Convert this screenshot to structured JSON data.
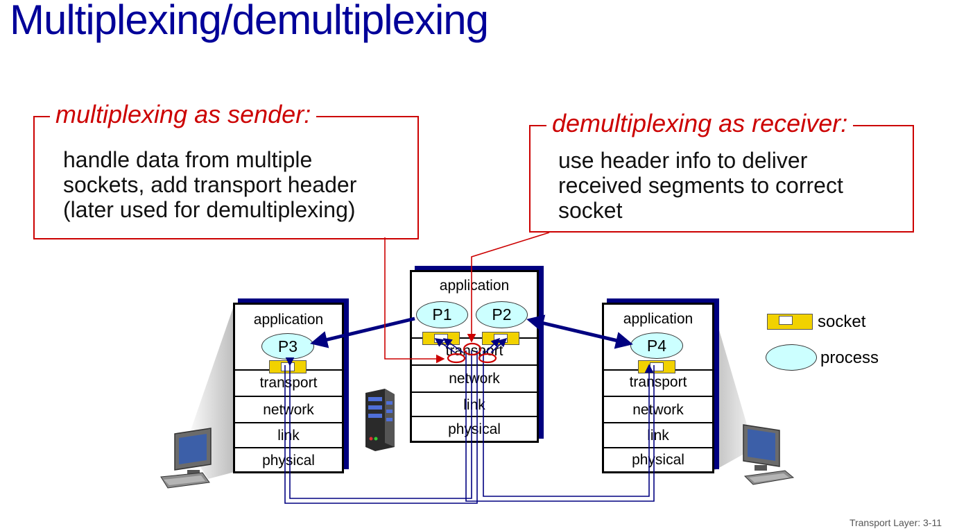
{
  "slide": {
    "title": "Multiplexing/demultiplexing",
    "footer": "Transport Layer: 3-11"
  },
  "sender_callout": {
    "title": "multiplexing as sender:",
    "body": "handle data from multiple\nsockets, add transport header\n(later used for demultiplexing)"
  },
  "receiver_callout": {
    "title": "demultiplexing as receiver:",
    "body": "use header info to deliver\nreceived segments to correct\nsocket"
  },
  "layers": {
    "application": "application",
    "transport": "transport",
    "network": "network",
    "link": "link",
    "physical": "physical"
  },
  "processes": {
    "p1": "P1",
    "p2": "P2",
    "p3": "P3",
    "p4": "P4"
  },
  "legend": {
    "socket": "socket",
    "process": "process"
  },
  "colors": {
    "title": "#000099",
    "callout": "#cc0000",
    "wire": "#000080",
    "process": "#ccffff",
    "socket": "#f2d200"
  },
  "icons": [
    "desktop-computer-icon",
    "server-icon",
    "desktop-computer-icon"
  ]
}
